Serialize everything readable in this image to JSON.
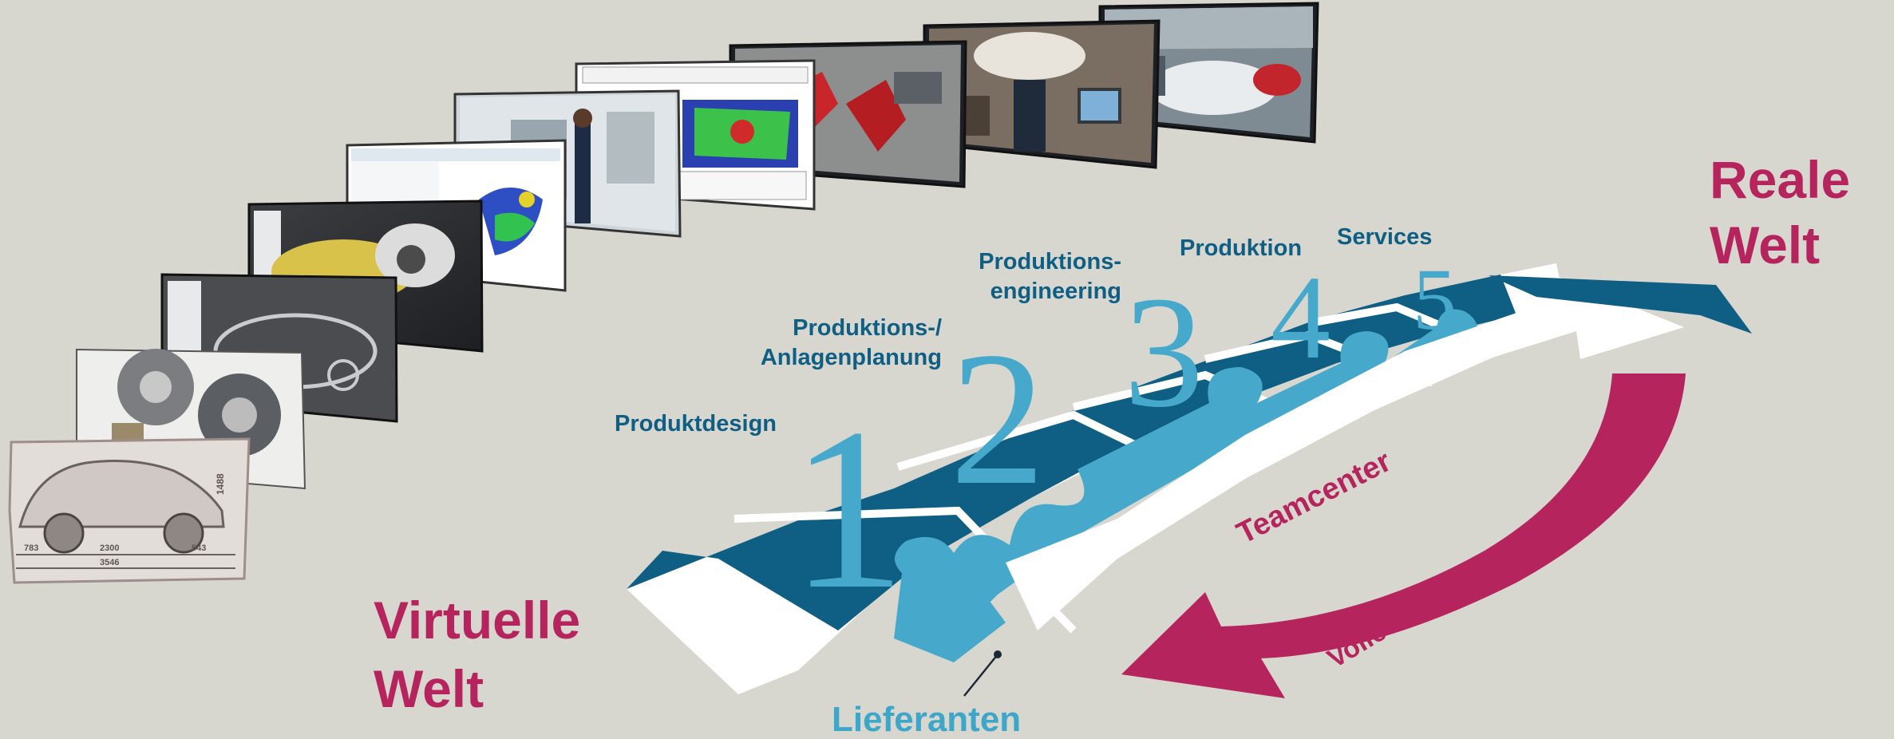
{
  "labels": {
    "virtual_world": [
      "Virtuelle",
      "Welt"
    ],
    "real_world": [
      "Reale",
      "Welt"
    ],
    "suppliers": "Lieferanten",
    "teamcenter": "Teamcenter",
    "continuity": "Volle Durchgängigkeit"
  },
  "stages": [
    {
      "number": "1",
      "label_lines": [
        "Produktdesign"
      ]
    },
    {
      "number": "2",
      "label_lines": [
        "Produktions-/",
        "Anlagenplanung"
      ]
    },
    {
      "number": "3",
      "label_lines": [
        "Produktions-",
        "engineering"
      ]
    },
    {
      "number": "4",
      "label_lines": [
        "Produktion"
      ]
    },
    {
      "number": "5",
      "label_lines": [
        "Services"
      ]
    }
  ],
  "screenshots": [
    {
      "icon": "car-sketch-image",
      "caption_top": "1488",
      "dims": [
        "783",
        "2300",
        "543",
        "3546"
      ]
    },
    {
      "icon": "clutch-parts-image"
    },
    {
      "icon": "car-cad-wireframe-image"
    },
    {
      "icon": "car-interior-cad-image"
    },
    {
      "icon": "assembly-simulation-image"
    },
    {
      "icon": "factory-line-simulation-image"
    },
    {
      "icon": "plant-layout-drawing-image"
    },
    {
      "icon": "robot-welding-cell-image"
    },
    {
      "icon": "car-assembly-workers-image"
    },
    {
      "icon": "finished-cars-line-image"
    }
  ],
  "colors": {
    "background": "#d8d7cf",
    "magenta": "#b5245d",
    "dark_blue": "#0f5e84",
    "light_blue": "#46a9cb",
    "label_blue": "#0f5e84",
    "lieferanten_blue": "#3ea6c9"
  }
}
